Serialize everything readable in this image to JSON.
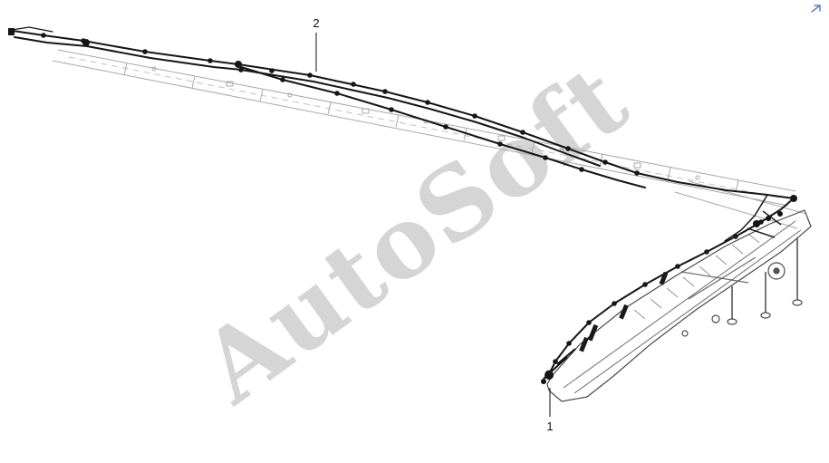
{
  "watermark": "AutoSoft",
  "callouts": [
    {
      "label": "2"
    },
    {
      "label": "1"
    }
  ],
  "colors": {
    "harness": "#161616",
    "frame": "#a8a8a8",
    "assembly": "#4a4a4a",
    "leader": "#111111",
    "pointer": "#5b7bd5",
    "watermark": "#7d7d7d"
  }
}
